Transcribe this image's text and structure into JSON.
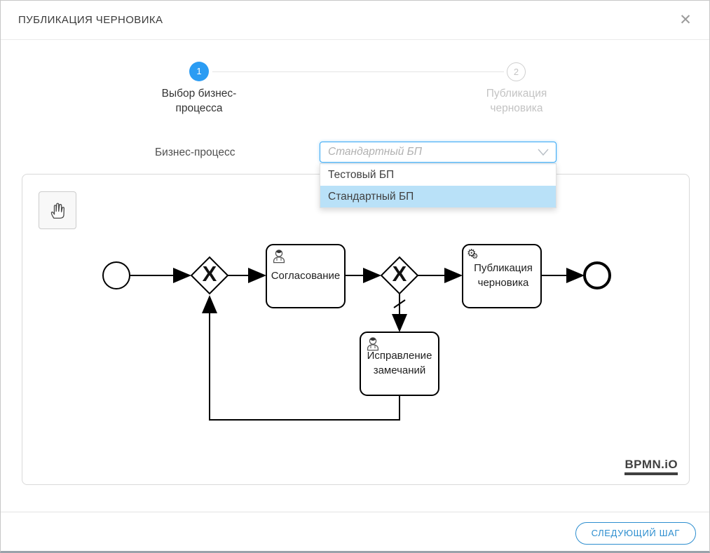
{
  "dialog": {
    "title": "ПУБЛИКАЦИЯ ЧЕРНОВИКА",
    "close_symbol": "✕"
  },
  "stepper": {
    "steps": [
      {
        "number": "1",
        "label": "Выбор бизнес-процесса",
        "state": "active"
      },
      {
        "number": "2",
        "label": "Публикация черновика",
        "state": "upcoming"
      }
    ]
  },
  "form": {
    "label": "Бизнес-процесс",
    "select_value": "Стандартный БП",
    "options": [
      {
        "label": "Тестовый БП",
        "highlighted": false
      },
      {
        "label": "Стандартный БП",
        "highlighted": true
      }
    ]
  },
  "canvas": {
    "logo": "BPMN.iO",
    "diagram": {
      "tasks": [
        {
          "label": "Согласование",
          "type": "user"
        },
        {
          "label": "Публикация черновика",
          "type": "service"
        },
        {
          "label": "Исправление замечаний",
          "type": "user"
        }
      ],
      "gateways": [
        {
          "symbol": "X"
        },
        {
          "symbol": "X"
        }
      ],
      "service_gear_symbol": "⚙"
    }
  },
  "footer": {
    "next_button": "СЛЕДУЮЩИЙ ШАГ"
  },
  "colors": {
    "accent_blue": "#2b9cf3",
    "select_border": "#3aa9f4",
    "option_highlight": "#b9e1f8",
    "button_blue": "#2d8ecf",
    "diagram_stroke": "#000000"
  }
}
